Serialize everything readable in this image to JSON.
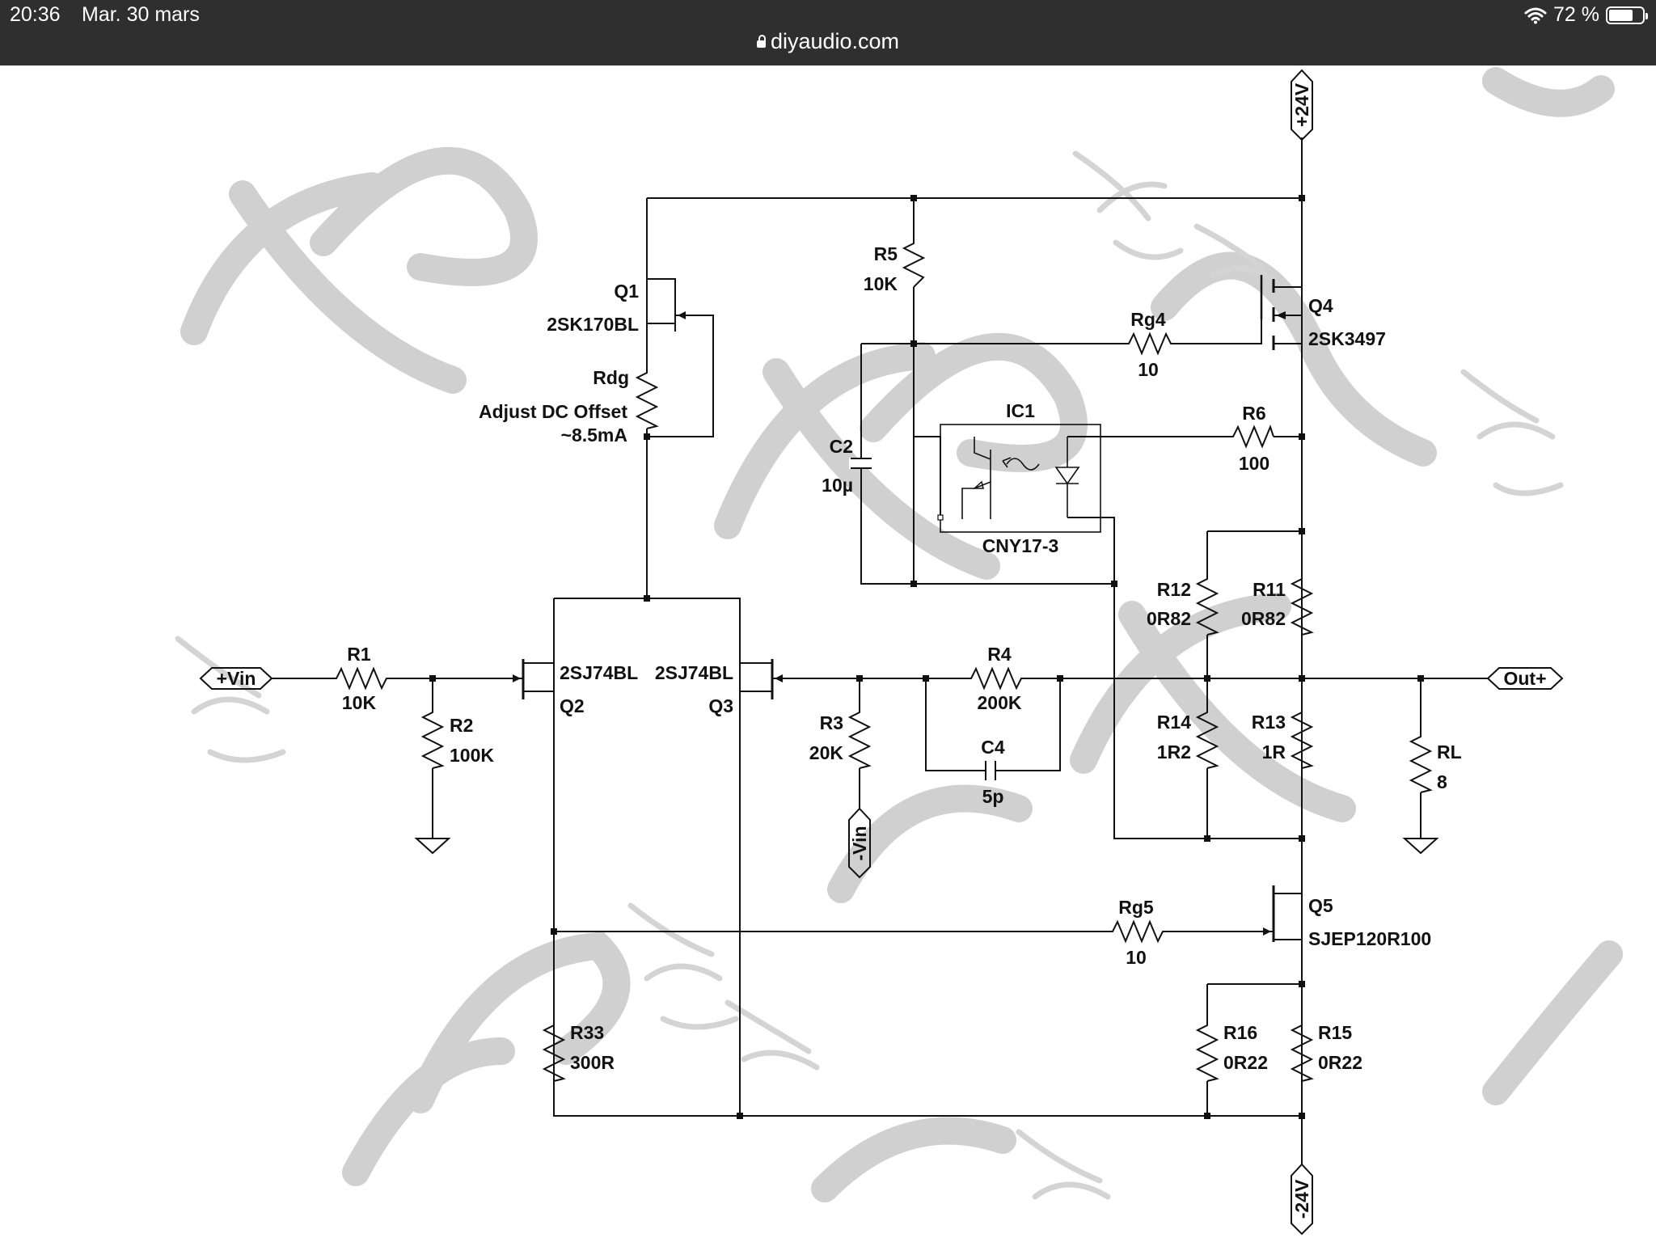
{
  "status_bar": {
    "time": "20:36",
    "date": "Mar. 30 mars",
    "battery": "72 %",
    "battery_level": 0.72,
    "wifi_icon": "wifi-icon",
    "battery_icon": "battery-icon"
  },
  "address_bar": {
    "url": "diyaudio.com",
    "lock_icon": "lock-icon"
  },
  "schematic": {
    "ports": {
      "vin_pos": "+Vin",
      "vin_neg": "-Vin",
      "out": "Out+",
      "vpos": "+24V",
      "vneg": "-24V"
    },
    "r1": {
      "name": "R1",
      "value": "10K"
    },
    "r2": {
      "name": "R2",
      "value": "100K"
    },
    "r3": {
      "name": "R3",
      "value": "20K"
    },
    "r4": {
      "name": "R4",
      "value": "200K"
    },
    "c4": {
      "name": "C4",
      "value": "5p"
    },
    "r5": {
      "name": "R5",
      "value": "10K"
    },
    "c2": {
      "name": "C2",
      "value": "10µ"
    },
    "q1": {
      "name": "Q1",
      "part": "2SK170BL"
    },
    "rdg": {
      "name": "Rdg",
      "note1": "Adjust DC Offset",
      "note2": "~8.5mA"
    },
    "q2": {
      "name": "Q2",
      "part": "2SJ74BL"
    },
    "q3": {
      "name": "Q3",
      "part": "2SJ74BL"
    },
    "ic1": {
      "name": "IC1",
      "part": "CNY17-3"
    },
    "rg4": {
      "name": "Rg4",
      "value": "10"
    },
    "q4": {
      "name": "Q4",
      "part": "2SK3497"
    },
    "r6": {
      "name": "R6",
      "value": "100"
    },
    "r11": {
      "name": "R11",
      "value": "0R82"
    },
    "r12": {
      "name": "R12",
      "value": "0R82"
    },
    "r13": {
      "name": "R13",
      "value": "1R"
    },
    "r14": {
      "name": "R14",
      "value": "1R2"
    },
    "rl": {
      "name": "RL",
      "value": "8"
    },
    "rg5": {
      "name": "Rg5",
      "value": "10"
    },
    "q5": {
      "name": "Q5",
      "part": "SJEP120R100"
    },
    "r15": {
      "name": "R15",
      "value": "0R22"
    },
    "r16": {
      "name": "R16",
      "value": "0R22"
    },
    "r33": {
      "name": "R33",
      "value": "300R"
    }
  }
}
